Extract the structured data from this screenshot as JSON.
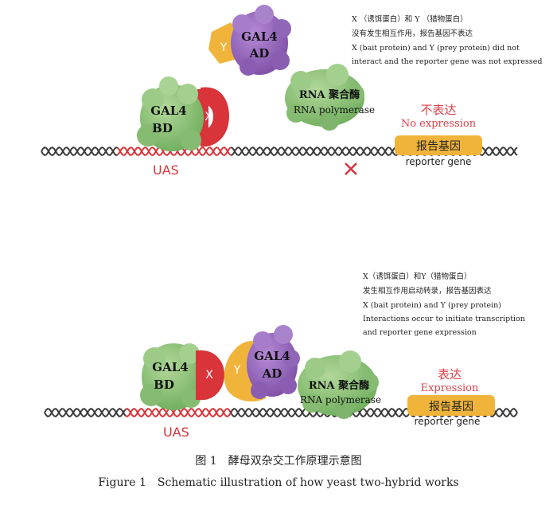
{
  "panel_top": {
    "bait_label": "X",
    "prey_label": "Y",
    "bd_line1": "GAL4",
    "bd_line2": "BD",
    "ad_line1": "GAL4",
    "ad_line2": "AD",
    "pol_cn": "RNA 聚合酶",
    "pol_en": "RNA polymerase",
    "status_cn": "不表达",
    "status_en": "No expression",
    "gene_box": "报告基因",
    "gene_en": "reporter gene",
    "uas": "UAS",
    "note": [
      "X （诱饵蛋白）和 Y （猎物蛋白）",
      "没有发生相互作用，报告基因不表达",
      "X (bait protein) and Y (prey protein) did not",
      "interact and the reporter gene was not expressed"
    ]
  },
  "panel_bottom": {
    "bait_label": "X",
    "prey_label": "Y",
    "bd_line1": "GAL4",
    "bd_line2": "BD",
    "ad_line1": "GAL4",
    "ad_line2": "AD",
    "pol_cn": "RNA 聚合酶",
    "pol_en": "RNA polymerase",
    "status_cn": "表达",
    "status_en": "Expression",
    "gene_box": "报告基因",
    "gene_en": "reporter gene",
    "uas": "UAS",
    "note": [
      "X（诱饵蛋白）和Y（猎物蛋白）",
      "发生相互作用启动转录，报告基因表达",
      "X (bait protein) and Y (prey protein)",
      "Interactions occur to initiate transcription",
      "and reporter gene expression"
    ]
  },
  "caption": {
    "cn": "图 1　酵母双杂交工作原理示意图",
    "en": "Figure 1　Schematic illustration of how yeast two-hybrid works"
  },
  "colors": {
    "bd_green": "#8fc27a",
    "pol_green": "#7fc16a",
    "ad_purple": "#9b6cc0",
    "bait_red": "#d8343a",
    "prey_orange": "#f0b43b",
    "gene_box": "#f0b43b",
    "red_text": "#e0404a",
    "dna_dark": "#3a3a3a",
    "dna_red": "#d8343a"
  }
}
